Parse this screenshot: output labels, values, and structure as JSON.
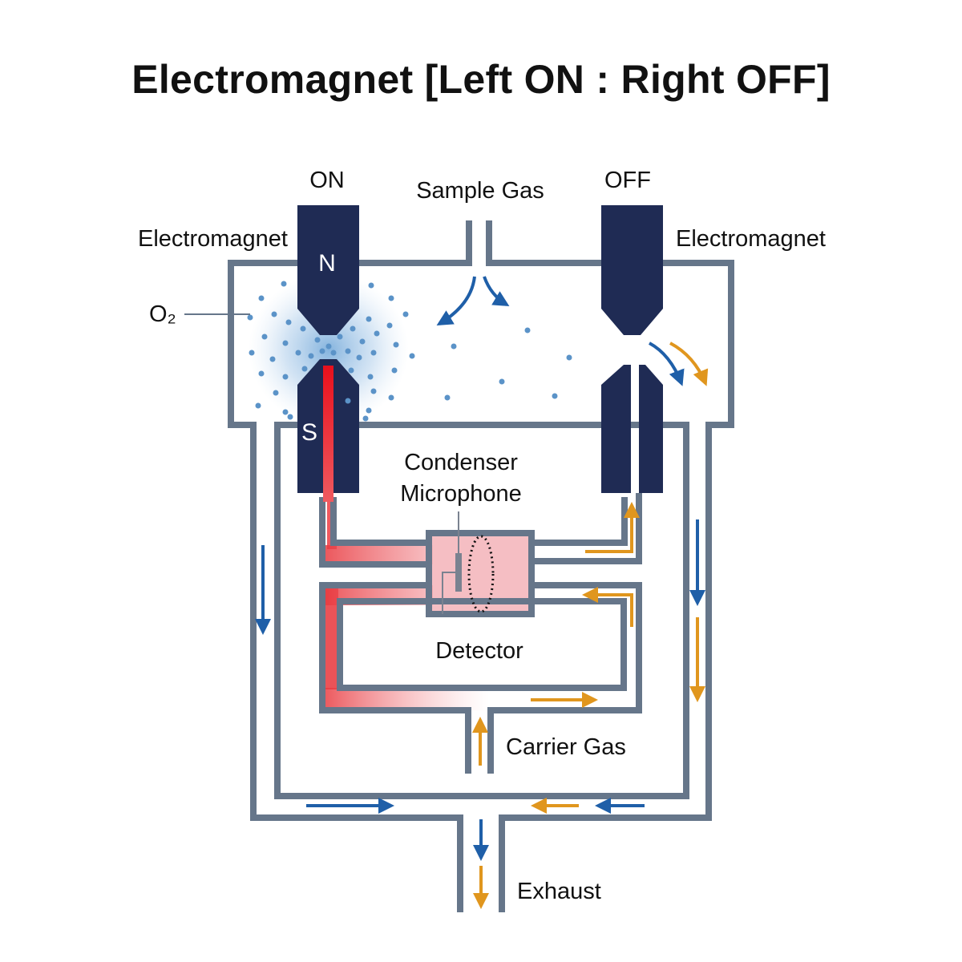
{
  "title": "Electromagnet [Left ON : Right OFF]",
  "labels": {
    "on": "ON",
    "off": "OFF",
    "sample_gas": "Sample Gas",
    "electromagnet_left": "Electromagnet",
    "electromagnet_right": "Electromagnet",
    "north_pole": "N",
    "south_pole": "S",
    "o2": "O₂",
    "condenser_line1": "Condenser",
    "condenser_line2": "Microphone",
    "detector": "Detector",
    "carrier_gas": "Carrier Gas",
    "exhaust": "Exhaust"
  },
  "colors": {
    "pipe": "#66768a",
    "magnet": "#1f2b54",
    "sample_flow": "#1f5fa8",
    "carrier_flow": "#e0961e",
    "heat": "#e8101c",
    "o2_particles": "#5b93c8"
  }
}
